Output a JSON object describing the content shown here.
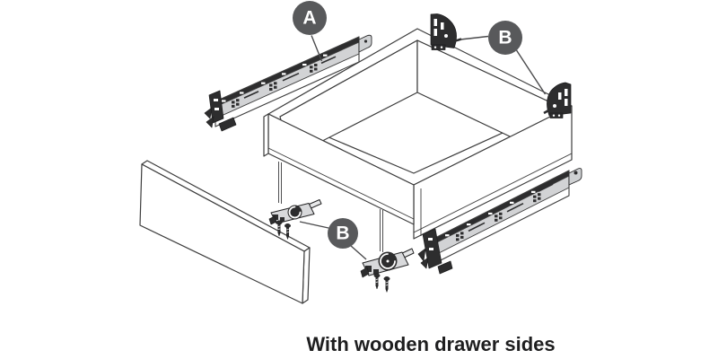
{
  "illustration": {
    "caption": "With wooden drawer sides",
    "badge_a": "A",
    "badge_b_top": "B",
    "badge_b_bottom": "B",
    "colors": {
      "badge": "#58595b",
      "badge_text": "#ffffff",
      "caption_text": "#1e1e1f",
      "line": "#3c3c3c",
      "slide_gray": "#d2d3d5",
      "dark_part": "#2d2d2e",
      "background": "#ffffff"
    },
    "parts": [
      {
        "name": "drawer-slide-left",
        "badge": "A"
      },
      {
        "name": "rear-bracket-top",
        "badge": "B"
      },
      {
        "name": "rear-bracket-right",
        "badge": "B"
      },
      {
        "name": "locking-device-left",
        "badge": "B"
      },
      {
        "name": "locking-device-right",
        "badge": "B"
      },
      {
        "name": "drawer-slide-right"
      },
      {
        "name": "drawer-box"
      },
      {
        "name": "drawer-front-panel"
      }
    ]
  }
}
